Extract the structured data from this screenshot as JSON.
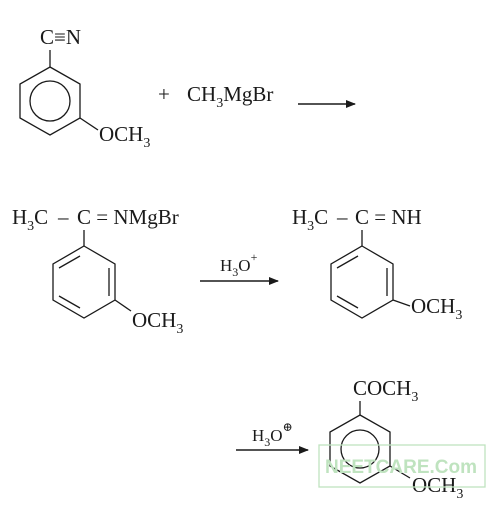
{
  "step1": {
    "reactant_group": "C≡N",
    "reactant_substituent": "OCH",
    "reactant_substituent_sub": "3",
    "plus": "+",
    "reagent": "CH",
    "reagent_sub": "3",
    "reagent_rest": "MgBr"
  },
  "intermediate": {
    "h3c": "H",
    "h3c_sub": "3",
    "h3c_rest": "C",
    "dash": "–",
    "imine": "C = NMgBr",
    "substituent": "OCH",
    "substituent_sub": "3"
  },
  "hydrolysis1": {
    "reagent": "H",
    "reagent_sub": "3",
    "reagent_o": "O",
    "reagent_sup": "+"
  },
  "imine_product": {
    "h3c": "H",
    "h3c_sub": "3",
    "h3c_rest": "C",
    "dash": "–",
    "imine": "C = NH",
    "substituent": "OCH",
    "substituent_sub": "3"
  },
  "hydrolysis2": {
    "reagent": "H",
    "reagent_sub": "3",
    "reagent_o": "O",
    "reagent_sup": "⊕"
  },
  "final_product": {
    "group": "COCH",
    "group_sub": "3",
    "substituent": "OCH",
    "substituent_sub": "3"
  },
  "watermark": {
    "text": "NEETCARE.Com",
    "color": "#bfe3bf"
  }
}
